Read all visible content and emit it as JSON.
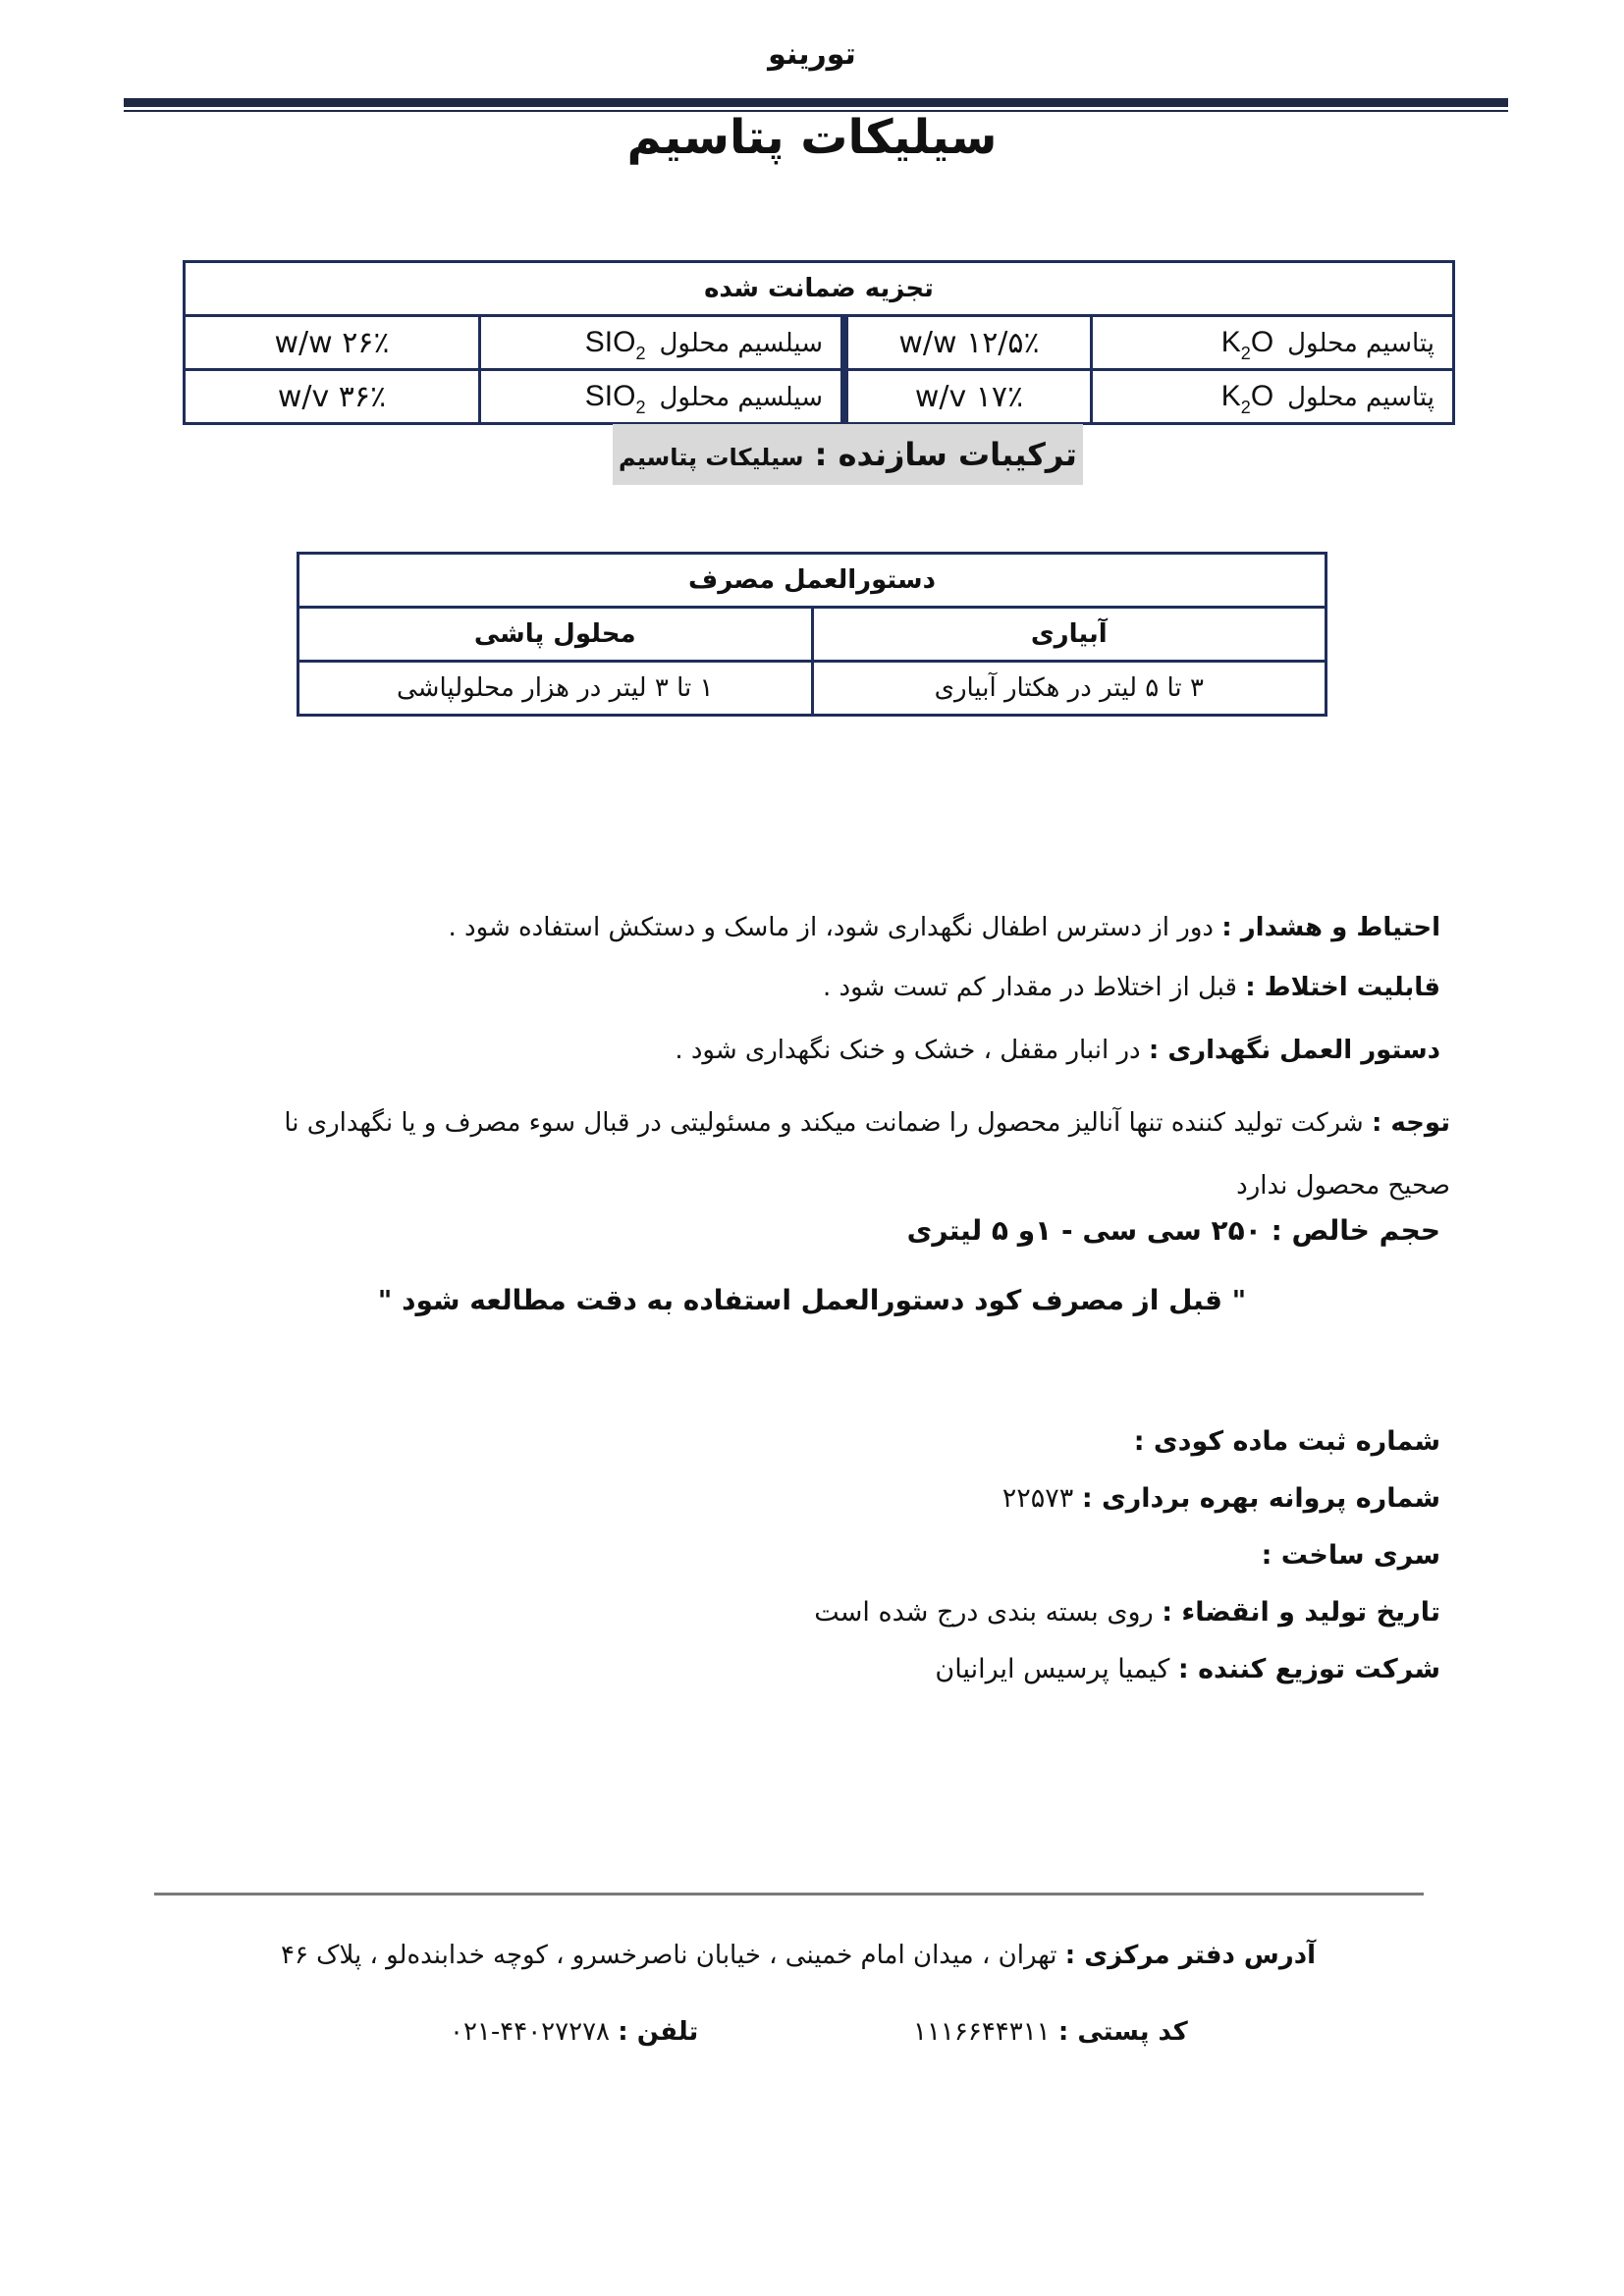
{
  "brand": "تورینو",
  "title": "سیلیکات پتاسیم",
  "analysis": {
    "header": "تجزیه ضمانت شده",
    "rows": [
      {
        "k_label": "پتاسیم محلول",
        "k_base": "K",
        "k_sub": "2",
        "k_end": "O",
        "k_value": "۱۲/۵٪ w/w",
        "si_label": "سیلسیم محلول",
        "si_base": "SIO",
        "si_sub": "2",
        "si_value": "۲۶٪ w/w"
      },
      {
        "k_label": "پتاسیم محلول",
        "k_base": "K",
        "k_sub": "2",
        "k_end": "O",
        "k_value": "۱۷٪ w/v",
        "si_label": "سیلسیم محلول",
        "si_base": "SIO",
        "si_sub": "2",
        "si_value": "۳۶٪ w/v"
      }
    ]
  },
  "composition": {
    "label": "ترکیبات سازنده :",
    "value": "سیلیکات پتاسیم"
  },
  "usage": {
    "header": "دستورالعمل مصرف",
    "columns": [
      "آبیاری",
      "محلول پاشی"
    ],
    "values": [
      "۳ تا ۵ لیتر در هکتار آبیاری",
      "۱ تا ۳ لیتر در هزار محلولپاشی"
    ]
  },
  "notes": {
    "caution_label": "احتیاط و هشدار :",
    "caution_text": "دور از دسترس اطفال نگهداری شود، از ماسک و دستکش استفاده شود .",
    "mix_label": "قابلیت اختلاط :",
    "mix_text": "قبل از اختلاط در مقدار کم تست شود .",
    "storage_label": "دستور العمل نگهداری :",
    "storage_text": "در انبار مقفل ، خشک و خنک نگهداری شود .",
    "note_label": "توجه :",
    "note_text": "شرکت تولید کننده تنها آنالیز محصول را ضمانت میکند و مسئولیتی در قبال سوء مصرف و یا نگهداری نا صحیح محصول ندارد",
    "volume": "حجم خالص : ۲۵۰ سی سی - ۱و ۵ لیتری",
    "quote": "\" قبل از مصرف کود دستورالعمل استفاده به دقت مطالعه شود \""
  },
  "registration": {
    "reg_label": "شماره ثبت ماده کودی :",
    "license_label": "شماره پروانه بهره برداری :",
    "license_value": "۲۲۵۷۳",
    "series_label": "سری ساخت :",
    "date_label": "تاریخ تولید و انقضاء :",
    "date_value": "روی بسته بندی درج شده است",
    "distributor_label": "شرکت توزیع کننده :",
    "distributor_value": "کیمیا پرسیس ایرانیان"
  },
  "footer": {
    "address_label": "آدرس دفتر مرکزی :",
    "address_value": "تهران ، میدان امام خمینی ، خیابان ناصرخسرو ، کوچه خدابنده‌لو ، پلاک ۴۶",
    "postal_label": "کد پستی :",
    "postal_value": "۱۱۱۶۶۴۴۳۱۱",
    "phone_label": "تلفن :",
    "phone_value": "۰۲۱-۴۴۰۲۷۲۷۸"
  }
}
